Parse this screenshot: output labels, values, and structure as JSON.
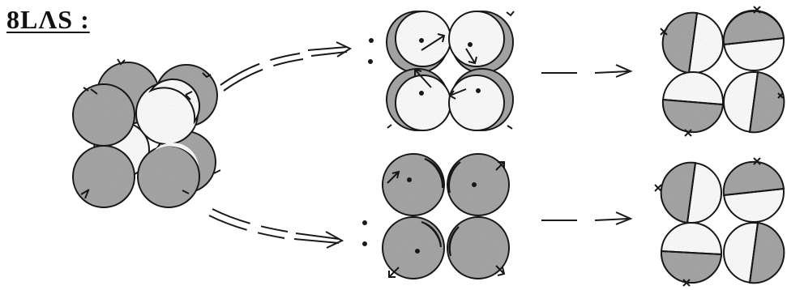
{
  "title": "8LΛS :",
  "colors": {
    "ink": "#1a1a1a",
    "shade": "#a8a8a8",
    "paper": "#ffffff"
  },
  "groups": [
    {
      "id": "cluster",
      "label": ""
    },
    {
      "id": "top-pair-arrow",
      "label": ""
    },
    {
      "id": "top-quartet",
      "label": ""
    },
    {
      "id": "top-dashed-arrow",
      "label": ""
    },
    {
      "id": "top-bisected-quartet",
      "label": ""
    },
    {
      "id": "bottom-pair-arrow",
      "label": ""
    },
    {
      "id": "bottom-quartet",
      "label": ""
    },
    {
      "id": "bottom-dashed-arrow",
      "label": ""
    },
    {
      "id": "bottom-bisected-quartet",
      "label": ""
    }
  ]
}
